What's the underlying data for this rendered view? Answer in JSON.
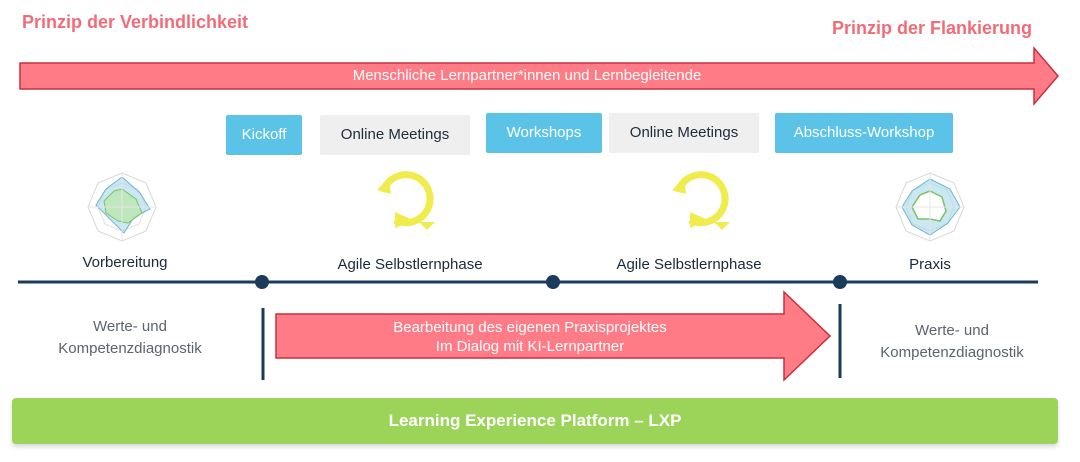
{
  "principles": {
    "left": "Prinzip der Verbindlichkeit",
    "right": "Prinzip der Flankierung"
  },
  "top_arrow": {
    "label": "Menschliche Lernpartner*innen und Lernbegleitende"
  },
  "events": [
    {
      "label": "Kickoff",
      "style": "blue"
    },
    {
      "label": "Online Meetings",
      "style": "grey"
    },
    {
      "label": "Workshops",
      "style": "blue"
    },
    {
      "label": "Online Meetings",
      "style": "grey"
    },
    {
      "label": "Abschluss-Workshop",
      "style": "blue"
    }
  ],
  "phases": [
    {
      "label": "Vorbereitung"
    },
    {
      "label": "Agile Selbstlernphase"
    },
    {
      "label": "Agile Selbstlernphase"
    },
    {
      "label": "Praxis"
    }
  ],
  "diagnostics": {
    "left": {
      "line1": "Werte- und",
      "line2": "Kompetenzdiagnostik"
    },
    "right": {
      "line1": "Werte- und",
      "line2": "Kompetenzdiagnostik"
    }
  },
  "middle_arrow": {
    "line1": "Bearbeitung des eigenen Praxisprojektes",
    "line2": "Im Dialog mit KI-Lernpartner"
  },
  "platform": {
    "label": "Learning Experience Platform – LXP"
  },
  "icons": {
    "radar_chart": "radar-chart-icon",
    "agile_cycle": "agile-cycle-icon"
  },
  "colors": {
    "principle_text": "#f26c78",
    "arrow_fill": "#ff7b86",
    "arrow_stroke": "#c9303f",
    "event_blue": "#5bc3e8",
    "event_grey": "#efefef",
    "timeline": "#1b3b5a",
    "agile_yellow": "#f1ec4e",
    "platform_green": "#9cd45a"
  }
}
